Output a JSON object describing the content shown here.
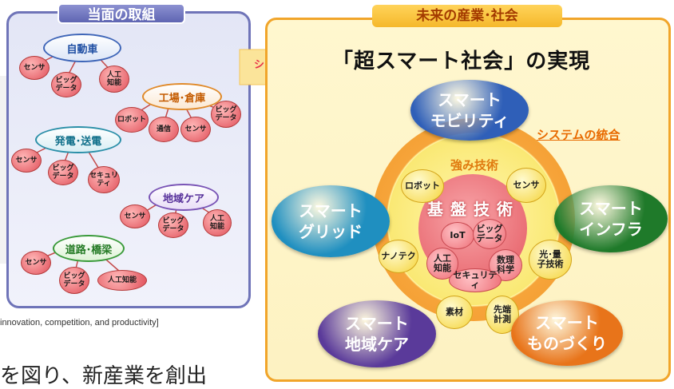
{
  "background": {
    "caption": "innovation, competition, and productivity]",
    "bottom_text": "を図り、新産業を創出"
  },
  "left": {
    "title": "当面の取組",
    "groups": [
      {
        "hub": "自動車",
        "leaves": [
          "センサ",
          "ビッグ\nデータ",
          "人工\n知能"
        ]
      },
      {
        "hub": "工場･倉庫",
        "leaves": [
          "ロボット",
          "通信",
          "センサ",
          "ビッグ\nデータ"
        ]
      },
      {
        "hub": "発電･送電",
        "leaves": [
          "センサ",
          "ビッグ\nデータ",
          "セキュリ\nティ"
        ]
      },
      {
        "hub": "地域ケア",
        "leaves": [
          "センサ",
          "ビッグ\nデータ",
          "人工\n知能"
        ]
      },
      {
        "hub": "道路･橋梁",
        "leaves": [
          "センサ",
          "ビッグ\nデータ",
          "人工知能"
        ]
      }
    ]
  },
  "arrow_label": "システム化",
  "right": {
    "title": "未来の産業･社会",
    "headline": "「超スマート社会」の実現",
    "integration": "システムの統合",
    "strength": "強み技術",
    "base": "基盤技術",
    "core_items": [
      "IoT",
      "ビッグ\nデータ",
      "人工\n知能",
      "数理\n科学",
      "セキュリティ"
    ],
    "strength_items": [
      "ロボット",
      "センサ",
      "ナノテク",
      "光･量\n子技術",
      "素材",
      "先端\n計測"
    ],
    "smart": [
      {
        "label": "スマート\nモビリティ",
        "color": "#2f5fb8"
      },
      {
        "label": "スマート\nグリッド",
        "color": "#1f8fc0"
      },
      {
        "label": "スマート\nインフラ",
        "color": "#1f7a2a"
      },
      {
        "label": "スマート\n地域ケア",
        "color": "#5a3a9a"
      },
      {
        "label": "スマート\nものづくり",
        "color": "#e8741a"
      }
    ]
  }
}
